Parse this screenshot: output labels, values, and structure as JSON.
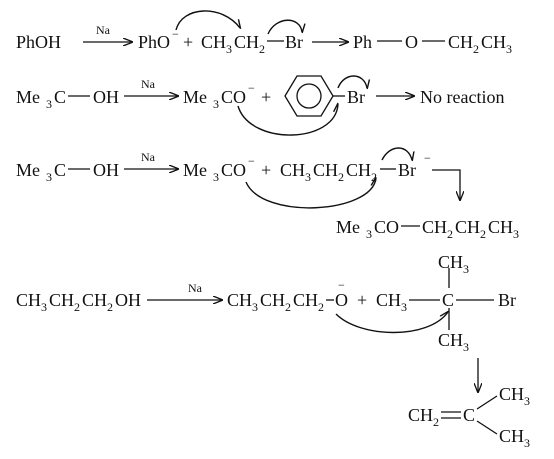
{
  "reaction1": {
    "reactant": "PhOH",
    "reagent": "Na",
    "phenoxide": "PhO",
    "charge_minus": "−",
    "plus": "+",
    "ch": "CH",
    "sub3": "3",
    "ch2": "CH",
    "sub2": "2",
    "bond": "–",
    "br": "Br",
    "ph": "Ph",
    "o": "O",
    "ch2b": "CH",
    "ch3": "CH",
    "sub2b": "2",
    "sub3b": "3"
  },
  "reaction2": {
    "me": "Me",
    "sub3": "3",
    "c": "C",
    "oh": "OH",
    "reagent": "Na",
    "co": "CO",
    "charge_minus": "−",
    "plus": "+",
    "br": "Br",
    "result": "No reaction"
  },
  "reaction3": {
    "reagent": "Na",
    "co": "CO",
    "charge_minus": "−",
    "plus": "+",
    "ch": "CH",
    "sub3": "3",
    "sub2": "2",
    "br": "Br",
    "charge_minus2": "−",
    "product_me": "Me",
    "product_sub3": "3",
    "product_co": "CO",
    "product_rest": "CH"
  },
  "reaction4": {
    "reactant": "CH",
    "reactant_oh": "OH",
    "reagent": "Na",
    "o": "O",
    "bar": "−",
    "plus": "+",
    "c": "C",
    "br": "Br",
    "ch": "CH",
    "sub2": "2",
    "sub3": "3"
  }
}
